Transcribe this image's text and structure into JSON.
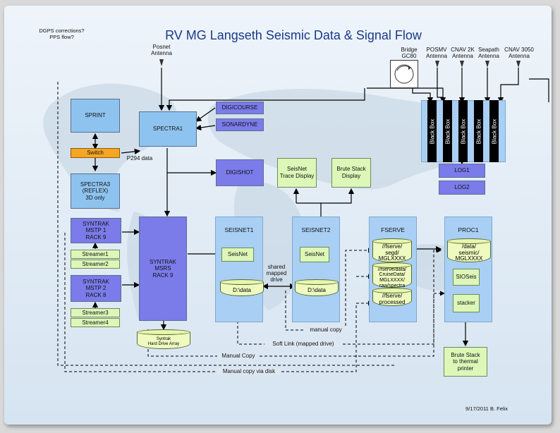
{
  "title": "RV MG Langseth Seismic Data & Signal Flow",
  "note": "DGPS corrections?\nPPS flow?",
  "footer": "9/17/2011 B. Felix",
  "antennas": {
    "posnet": "Posnet\nAntenna",
    "bridge": "Bridge\nGC80",
    "posmv": "POSMV\nAntenna",
    "cnav2k": "CNAV 2K\nAntenna",
    "seapath": "Seapath\nAntenna",
    "cnav3050": "CNAV 3050\nAntenna"
  },
  "boxes": {
    "sprint": "SPRINT",
    "spectra1": "SPECTRA1",
    "digicourse": "DIGICOURSE",
    "sonardyne": "SONARDYNE",
    "switch": "Switch",
    "spectra3": "SPECTRA3\n(REFLEX)\n3D only",
    "digishot": "DIGISHOT",
    "seisnet_trace": "SeisNet\nTrace Display",
    "brute_stack_display": "Brute Stack\nDisplay",
    "log1": "LOG1",
    "log2": "LOG2",
    "black_box": "Black Box",
    "syntrak_mstp1": "SYNTRAK\nMSTP 1\nRACK 9",
    "syntrak_msrs": "SYNTRAK\nMSRS\nRACK 9",
    "streamer1": "Streamer1",
    "streamer2": "Streamer2",
    "syntrak_mstp2": "SYNTRAK\nMSTP 2\nRACK 8",
    "streamer3": "Streamer3",
    "streamer4": "Streamer4",
    "seisnet1": "SEISNET1",
    "seisnet2": "SEISNET2",
    "fserve": "FSERVE",
    "proc1": "PROC1",
    "seisnet": "SeisNet",
    "siosels": "SIOSeis",
    "stacker": "stacker",
    "brute_stack_printer": "Brute Stack\nto thermal\nprinter"
  },
  "storage": {
    "syntrak": "Syntrak",
    "hard_drive_array": "Hard Drive Array",
    "d_data_1": "D:\\data",
    "d_data_2": "D:\\data",
    "segd": "//fserve/\nsegd/\nMGLXXXX",
    "cruisedata": "//fserve/data/\nCruiseData/\nMGLXXXX/\nraw/spectra",
    "processed": "//fserve/\nprocessed",
    "seismic": "/data/\nseismic/\nMGLXXXX"
  },
  "labels": {
    "p294": "P294 data",
    "shared_mapped_drive": "shared\nmapped\ndrive",
    "manual_copy": "manual copy",
    "soft_link": "Soft Link (mapped drive)",
    "manual_copy_cap": "Manual Copy",
    "manual_copy_disk": "Manual copy via disk"
  },
  "colors": {
    "panel": "#a9cff4",
    "light_blue_box": "#8ec3ef",
    "purple_box": "#7b7bea",
    "green_box": "#dcf7b8",
    "switch_orange": "#f6a623",
    "title": "#1a3a8a"
  }
}
